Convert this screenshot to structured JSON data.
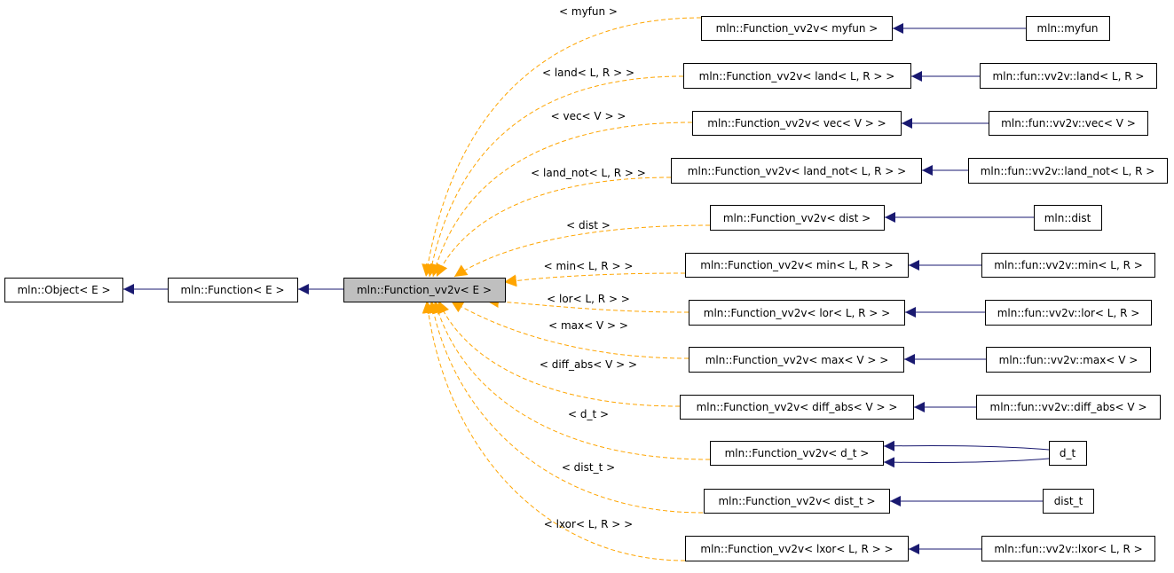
{
  "colors": {
    "inheritance_edge": "#191970",
    "template_edge": "#ffa500",
    "highlight_fill": "#bfbfbf",
    "node_fill": "#ffffff",
    "node_border": "#000000"
  },
  "nodes": {
    "object": "mln::Object< E >",
    "function": "mln::Function< E >",
    "function_vv2v": "mln::Function_vv2v< E >",
    "fv_myfun": "mln::Function_vv2v< myfun >",
    "myfun": "mln::myfun",
    "fv_land": "mln::Function_vv2v< land< L, R > >",
    "land": "mln::fun::vv2v::land< L, R >",
    "fv_vec": "mln::Function_vv2v< vec< V > >",
    "vec": "mln::fun::vv2v::vec< V >",
    "fv_land_not": "mln::Function_vv2v< land_not< L, R > >",
    "land_not": "mln::fun::vv2v::land_not< L, R >",
    "fv_dist": "mln::Function_vv2v< dist >",
    "dist": "mln::dist",
    "fv_min": "mln::Function_vv2v< min< L, R > >",
    "min": "mln::fun::vv2v::min< L, R >",
    "fv_lor": "mln::Function_vv2v< lor< L, R > >",
    "lor": "mln::fun::vv2v::lor< L, R >",
    "fv_max": "mln::Function_vv2v< max< V > >",
    "max": "mln::fun::vv2v::max< V >",
    "fv_diff_abs": "mln::Function_vv2v< diff_abs< V > >",
    "diff_abs": "mln::fun::vv2v::diff_abs< V >",
    "fv_d_t": "mln::Function_vv2v< d_t >",
    "d_t": "d_t",
    "fv_dist_t": "mln::Function_vv2v< dist_t >",
    "dist_t": "dist_t",
    "fv_lxor": "mln::Function_vv2v< lxor< L, R > >",
    "lxor": "mln::fun::vv2v::lxor< L, R >"
  },
  "edge_labels": {
    "myfun": "< myfun >",
    "land": "< land< L, R > >",
    "vec": "< vec< V > >",
    "land_not": "< land_not< L, R > >",
    "dist": "< dist >",
    "min": "< min< L, R > >",
    "lor": "< lor< L, R > >",
    "max": "< max< V > >",
    "diff_abs": "< diff_abs< V > >",
    "d_t": "< d_t >",
    "dist_t": "< dist_t >",
    "lxor": "< lxor< L, R > >"
  }
}
